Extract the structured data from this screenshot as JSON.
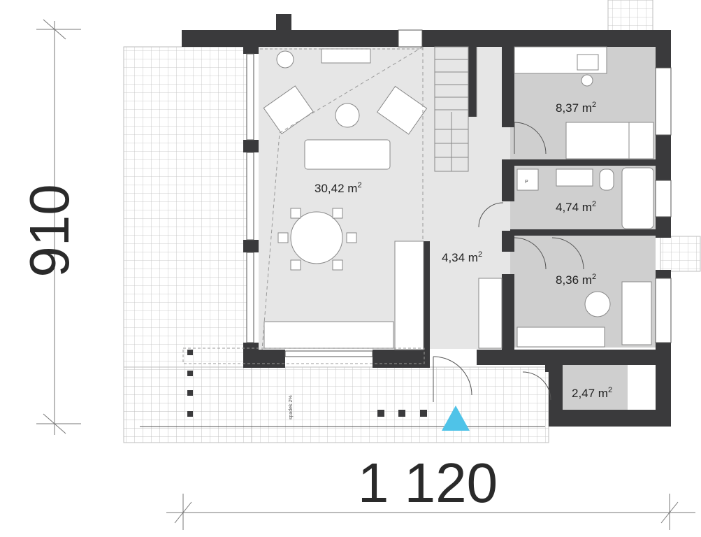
{
  "dimensions": {
    "height_label": "910",
    "width_label": "1 120"
  },
  "rooms": {
    "living_area": "30,42 m",
    "hall": "4,34 m",
    "bedroom_top": "8,37 m",
    "bathroom": "4,74 m",
    "bedroom_bottom": "8,36 m",
    "storage": "2,47 m",
    "unit_superscript": "2"
  },
  "annotations": {
    "slope": "spadek 2%",
    "boiler_tag": "P"
  },
  "colors": {
    "wall": "#3a3a3c",
    "floor_main": "#e6e6e6",
    "floor_room": "#cfcfcf",
    "terrace_grid": "#bdbdbd",
    "entrance_marker": "#4fc3e8"
  },
  "icons": {
    "entrance": "entrance-triangle-icon"
  }
}
